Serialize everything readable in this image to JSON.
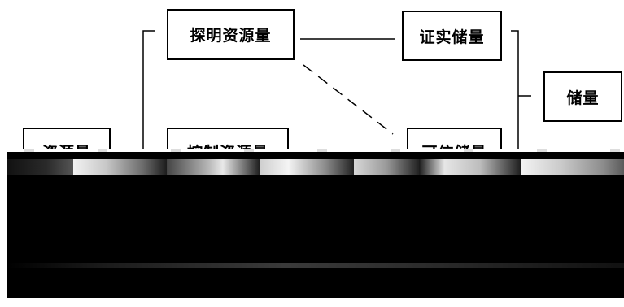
{
  "diagram": {
    "boxes": {
      "resource": "资源量",
      "indicated_resource": "探明资源量",
      "controlled_resource": "控制资源量",
      "proved_reserve": "证实储量",
      "probable_reserve": "可信储量",
      "reserve": "储量"
    }
  },
  "colors": {
    "line": "#000000",
    "background": "#ffffff",
    "artifact": "#000000"
  }
}
